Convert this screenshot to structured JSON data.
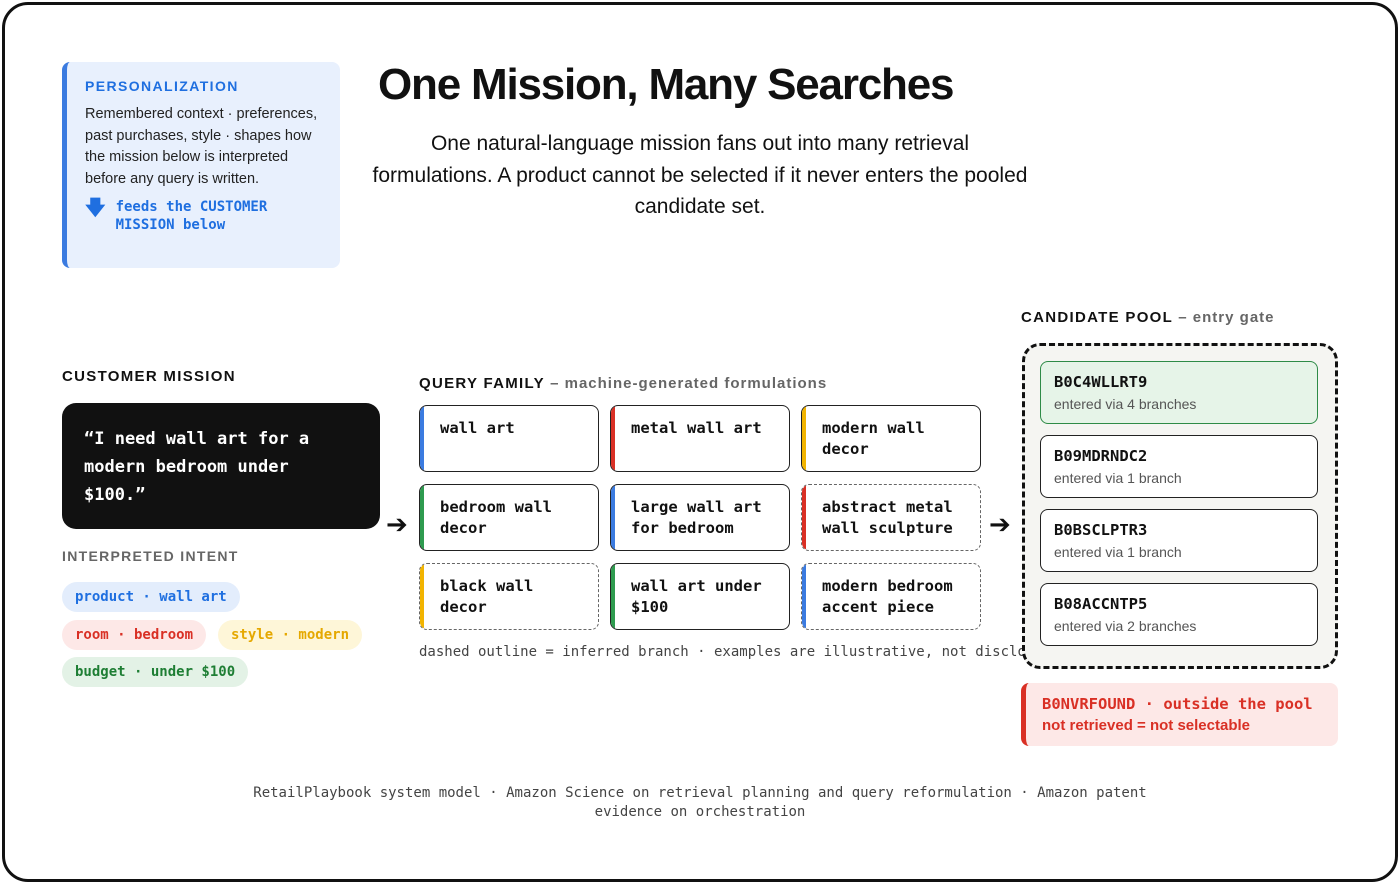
{
  "personalization": {
    "title": "PERSONALIZATION",
    "body": "Remembered context · preferences, past purchases, style · shapes how the mission below is interpreted before any query is written.",
    "feed_arrow": "🡇",
    "feed_text": "feeds the CUSTOMER MISSION below"
  },
  "title": "One Mission, Many Searches",
  "subtitle": "One natural-language mission fans out into many retrieval formulations. A product cannot be selected if it never enters the pooled candidate set.",
  "mission": {
    "label": "CUSTOMER MISSION",
    "quote": "“I need wall art for a modern bedroom under $100.”",
    "intent_label": "INTERPRETED INTENT",
    "intents": [
      {
        "text": "product · wall art",
        "color": "#1f6fe0"
      },
      {
        "text": "room · bedroom",
        "color": "#d93025"
      },
      {
        "text": "style · modern",
        "color": "#e5a800"
      },
      {
        "text": "budget · under $100",
        "color": "#1e7e34"
      }
    ]
  },
  "arrow": "➔",
  "query_family": {
    "label": "QUERY FAMILY",
    "sublabel": "– machine-generated formulations",
    "queries": [
      {
        "text": "wall art",
        "accent": "#3b7be0",
        "inferred": false
      },
      {
        "text": "metal wall art",
        "accent": "#d93025",
        "inferred": false
      },
      {
        "text": "modern wall decor",
        "accent": "#f2b400",
        "inferred": false
      },
      {
        "text": "bedroom wall decor",
        "accent": "#2e9b4f",
        "inferred": false
      },
      {
        "text": "large wall art for bedroom",
        "accent": "#3b7be0",
        "inferred": false
      },
      {
        "text": "abstract metal wall sculpture",
        "accent": "#d93025",
        "inferred": true
      },
      {
        "text": "black wall decor",
        "accent": "#f2b400",
        "inferred": true
      },
      {
        "text": "wall art under $100",
        "accent": "#2e9b4f",
        "inferred": false
      },
      {
        "text": "modern bedroom accent piece",
        "accent": "#3b7be0",
        "inferred": true
      }
    ],
    "note": "dashed outline = inferred branch · examples are illustrative, not disclosed production traces"
  },
  "pool": {
    "label": "CANDIDATE POOL",
    "sublabel": "– entry gate",
    "candidates": [
      {
        "id": "B0C4WLLRT9",
        "via": "entered via 4 branches",
        "highlight": true
      },
      {
        "id": "B09MDRNDC2",
        "via": "entered via 1 branch",
        "highlight": false
      },
      {
        "id": "B0BSCLPTR3",
        "via": "entered via 1 branch",
        "highlight": false
      },
      {
        "id": "B08ACCNTP5",
        "via": "entered via 2 branches",
        "highlight": false
      }
    ],
    "outside": {
      "id": "B0NVRFOUND · outside the pool",
      "note": "not retrieved = not selectable"
    }
  },
  "footer": "RetailPlaybook system model · Amazon Science on retrieval planning and query reformulation · Amazon patent evidence on orchestration"
}
